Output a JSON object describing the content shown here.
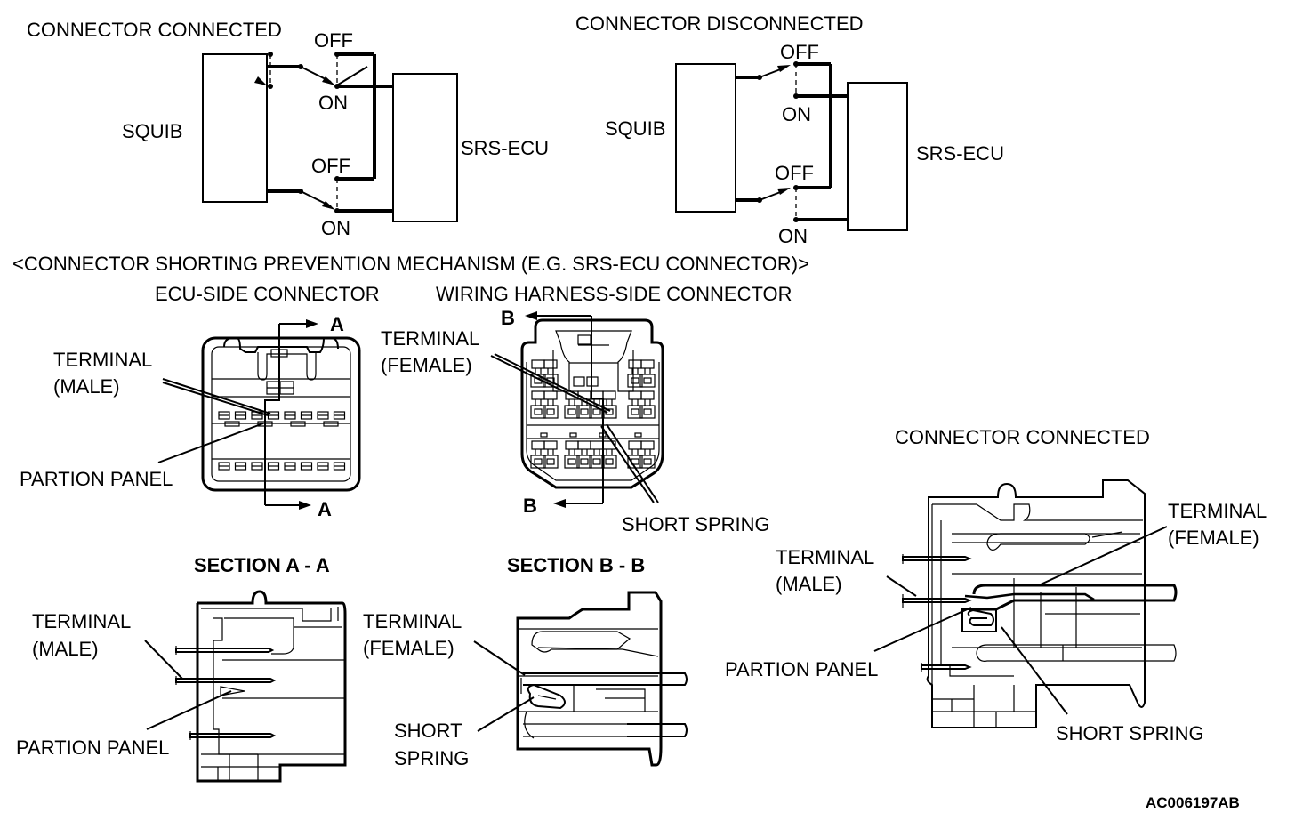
{
  "figure_id": "AC006197AB",
  "circuit_connected": {
    "title": "CONNECTOR CONNECTED",
    "left_box": "SQUIB",
    "right_box": "SRS-ECU",
    "switch_top_off": "OFF",
    "switch_top_on": "ON",
    "switch_bottom_off": "OFF",
    "switch_bottom_on": "ON",
    "switch_state": "ON"
  },
  "circuit_disconnected": {
    "title": "CONNECTOR DISCONNECTED",
    "left_box": "SQUIB",
    "right_box": "SRS-ECU",
    "switch_top_off": "OFF",
    "switch_top_on": "ON",
    "switch_bottom_off": "OFF",
    "switch_bottom_on": "ON",
    "switch_state": "OFF"
  },
  "mechanism_title": "<CONNECTOR SHORTING PREVENTION MECHANISM (E.G. SRS-ECU CONNECTOR)>",
  "ecu_connector": {
    "title": "ECU-SIDE CONNECTOR",
    "terminal_label_1": "TERMINAL",
    "terminal_label_2": "(MALE)",
    "panel_label": "PARTION PANEL",
    "section_mark": "A"
  },
  "harness_connector": {
    "title": "WIRING HARNESS-SIDE CONNECTOR",
    "terminal_label_1": "TERMINAL",
    "terminal_label_2": "(FEMALE)",
    "spring_label": "SHORT SPRING",
    "section_mark": "B"
  },
  "section_a": {
    "title": "SECTION A - A",
    "terminal_label_1": "TERMINAL",
    "terminal_label_2": "(MALE)",
    "panel_label": "PARTION PANEL"
  },
  "section_b": {
    "title": "SECTION B - B",
    "terminal_label_1": "TERMINAL",
    "terminal_label_2": "(FEMALE)",
    "spring_label_1": "SHORT",
    "spring_label_2": "SPRING"
  },
  "connected_section": {
    "title": "CONNECTOR CONNECTED",
    "male_label_1": "TERMINAL",
    "male_label_2": "(MALE)",
    "female_label_1": "TERMINAL",
    "female_label_2": "(FEMALE)",
    "panel_label": "PARTION PANEL",
    "spring_label": "SHORT SPRING"
  }
}
